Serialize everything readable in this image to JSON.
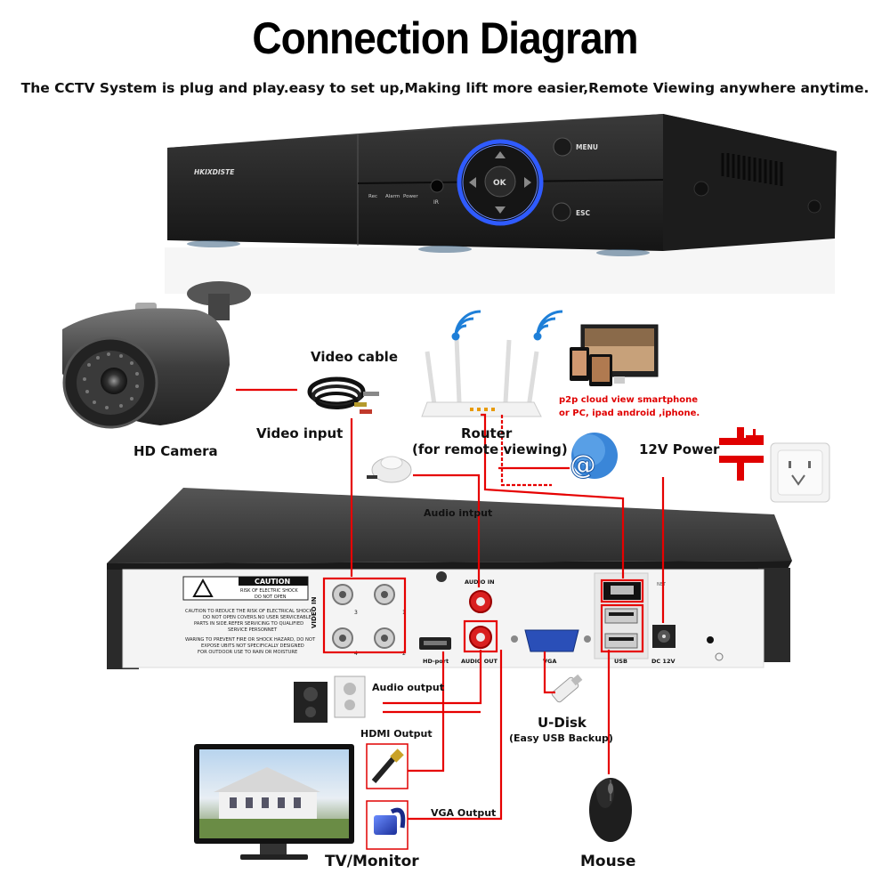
{
  "header": {
    "title": "Connection Diagram",
    "subtitle": "The CCTV System is plug and play.easy to set up,Making lift more easier,Remote Viewing anywhere anytime."
  },
  "dvr_front": {
    "brand": "HKIXDISTE",
    "leds": [
      "Rec",
      "Alarm",
      "Power"
    ],
    "ir": "IR",
    "ok": "OK",
    "menu": "MENU",
    "esc": "ESC"
  },
  "labels": {
    "hd_camera": "HD Camera",
    "video_cable": "Video cable",
    "video_input": "Video input",
    "router_line1": "Router",
    "router_line2": "(for remote viewing)",
    "p2p_line1": "p2p cloud  view smartphone",
    "p2p_line2": "or PC, ipad android ,iphone.",
    "power": "12V Power",
    "audio_input": "Audio intput",
    "audio_output": "Audio output",
    "hdmi_output": "HDMI Output",
    "vga_output": "VGA Output",
    "u_disk": "U-Disk",
    "u_disk_sub": "(Easy USB Backup)",
    "tv_monitor": "TV/Monitor",
    "mouse": "Mouse"
  },
  "dvr_back": {
    "caution_title": "CAUTION",
    "caution_sub1": "RISK OF ELECTRIC SHOCK",
    "caution_sub2": "DO NOT OPEN",
    "warning_lines": [
      "CAUTION TO REDUCE THE RISK OF ELECTRICAL SHOCK",
      "DO NOT OPEN COVERS.NO USER SERVICEABLE",
      "PARTS IN SIDE.REFER SERVICING TO QUALIFIED",
      "SERVICE PERSONNET",
      "WARING TO PREVENT FIRE OR SHOCK HAZARD, DO NOT",
      "EXPOSE UBITS NOT SPECIFICALLY DESIGNED",
      "FOR OUTDOOR USE TO RAIN OR MOISTURE"
    ],
    "video_in": "VIDEO IN",
    "audio_in": "AUDIO IN",
    "audio_out": "AUDIO OUT",
    "hd_port": "HD-port",
    "vga": "VGA",
    "usb": "USB",
    "net": "NET",
    "dc": "DC 12V",
    "bnc_numbers": [
      "3",
      "1",
      "4",
      "2"
    ]
  },
  "colors": {
    "wire": "#e60000",
    "dvr_body": "#2a2a2a",
    "panel": "#f4f4f4",
    "accent_blue": "#3b6cff"
  }
}
